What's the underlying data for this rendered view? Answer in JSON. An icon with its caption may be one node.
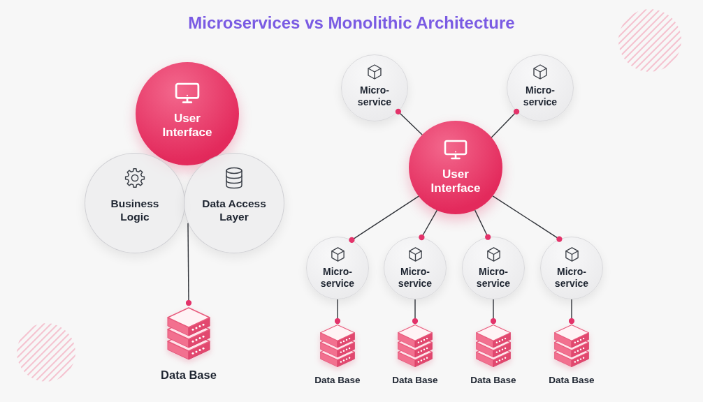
{
  "diagram": {
    "title": "Microservices vs Monolithic Architecture",
    "nodes": [
      {
        "text": [
          "User Interface"
        ]
      },
      {
        "text": [
          "Business Logic"
        ]
      },
      {
        "text": [
          "Data Access Layer"
        ]
      },
      {
        "text": [
          "Data Base"
        ]
      },
      {
        "text": [
          "Micro- service"
        ]
      },
      {
        "text": [
          "Micro- service"
        ]
      },
      {
        "text": [
          "User Interface"
        ]
      },
      {
        "text": [
          "Micro- service"
        ]
      },
      {
        "text": [
          "Micro- service"
        ]
      },
      {
        "text": [
          "Micro- service"
        ]
      },
      {
        "text": [
          "Micro- service"
        ]
      },
      {
        "text": [
          "Data Base"
        ]
      },
      {
        "text": [
          "Data Base"
        ]
      },
      {
        "text": [
          "Data Base"
        ]
      },
      {
        "text": [
          "Data Base"
        ]
      }
    ],
    "edges": [
      {
        "from": 2,
        "to": 3,
        "arrow": "other"
      },
      {
        "from": 6,
        "to": 4,
        "arrow": "other"
      },
      {
        "from": 6,
        "to": 5,
        "arrow": "other"
      },
      {
        "from": 6,
        "to": 7,
        "arrow": "other"
      },
      {
        "from": 6,
        "to": 8,
        "arrow": "other"
      },
      {
        "from": 6,
        "to": 9,
        "arrow": "other"
      },
      {
        "from": 6,
        "to": 10,
        "arrow": "other"
      },
      {
        "from": 7,
        "to": 11,
        "arrow": "other"
      },
      {
        "from": 8,
        "to": 12,
        "arrow": "other"
      },
      {
        "from": 9,
        "to": 13,
        "arrow": "other"
      },
      {
        "from": 10,
        "to": 14,
        "arrow": "other"
      }
    ]
  }
}
